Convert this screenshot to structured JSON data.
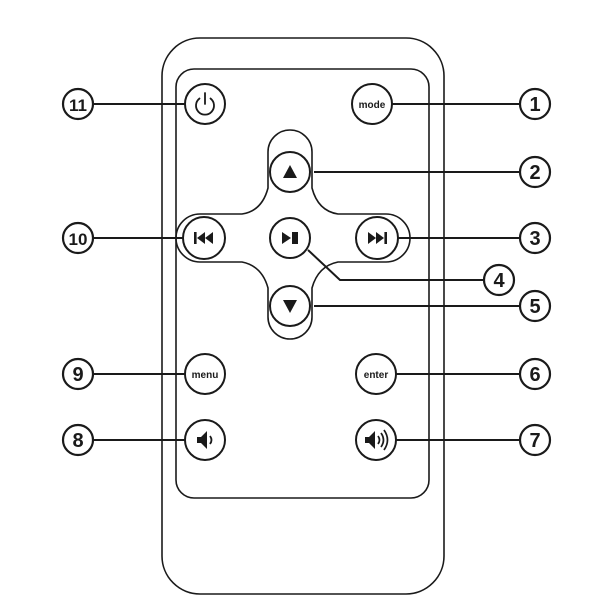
{
  "buttons": {
    "power": {
      "icon": "power-icon"
    },
    "mode": {
      "label": "mode"
    },
    "up": {
      "icon": "triangle-up-icon"
    },
    "previous": {
      "icon": "skip-previous-icon"
    },
    "play_pause": {
      "icon": "play-pause-icon"
    },
    "next": {
      "icon": "skip-next-icon"
    },
    "down": {
      "icon": "triangle-down-icon"
    },
    "menu": {
      "label": "menu"
    },
    "enter": {
      "label": "enter"
    },
    "volume_down": {
      "icon": "volume-down-icon"
    },
    "volume_up": {
      "icon": "volume-up-icon"
    }
  },
  "callouts": [
    {
      "number": "1",
      "target": "mode"
    },
    {
      "number": "2",
      "target": "up"
    },
    {
      "number": "3",
      "target": "next"
    },
    {
      "number": "4",
      "target": "play_pause"
    },
    {
      "number": "5",
      "target": "down"
    },
    {
      "number": "6",
      "target": "enter"
    },
    {
      "number": "7",
      "target": "volume_up"
    },
    {
      "number": "8",
      "target": "volume_down"
    },
    {
      "number": "9",
      "target": "menu"
    },
    {
      "number": "10",
      "target": "previous"
    },
    {
      "number": "11",
      "target": "power"
    }
  ],
  "colors": {
    "ink": "#1a1a1a",
    "background": "#ffffff"
  }
}
